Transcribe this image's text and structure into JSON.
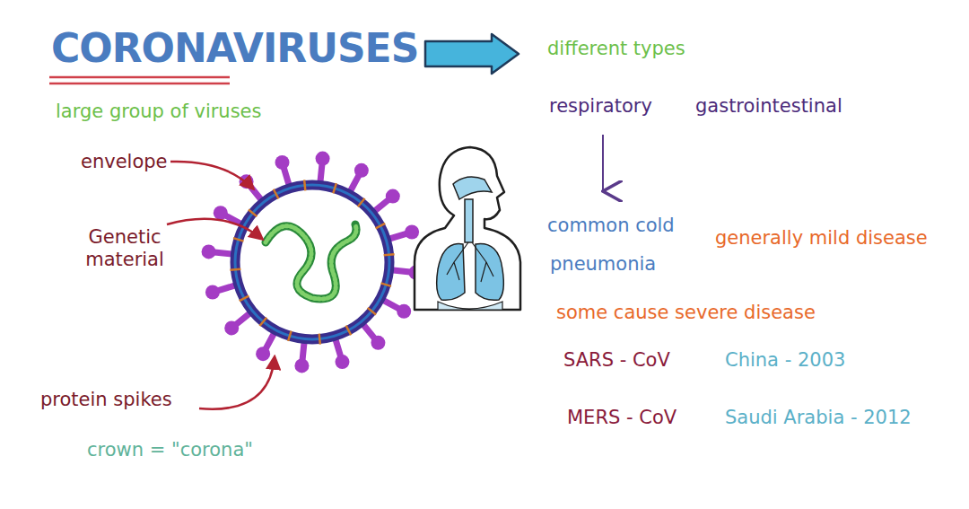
{
  "diagram": {
    "title": "CORONAVIRUSES",
    "labels": [
      "large group of viruses",
      "envelope",
      "Genetic material",
      "protein spikes",
      "crown = \"corona\"",
      "different types",
      "respiratory",
      "gastrointestinal",
      "common cold",
      "pneumonia",
      "generally mild disease",
      "some cause severe disease",
      "SARS - CoV",
      "China - 2003",
      "MERS - CoV",
      "Saudi Arabia - 2012"
    ]
  }
}
